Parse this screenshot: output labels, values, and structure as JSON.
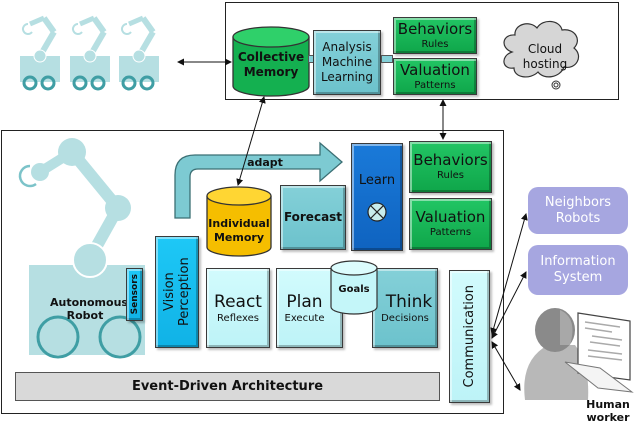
{
  "cloud_panel": {
    "collective_memory": "Collective Memory",
    "analysis": [
      "Analysis",
      "Machine",
      "Learning"
    ],
    "behaviors": {
      "title": "Behaviors",
      "subtitle": "Rules"
    },
    "valuation": {
      "title": "Valuation",
      "subtitle": "Patterns"
    },
    "cloud_label": "Cloud hosting"
  },
  "robot_panel": {
    "robot_label": "Autonomous Robot",
    "sensors": "Sensors",
    "vision": "Vision Perception",
    "adapt": "adapt",
    "individual_memory": "Individual Memory",
    "forecast": "Forecast",
    "learn": "Learn",
    "behaviors": {
      "title": "Behaviors",
      "subtitle": "Rules"
    },
    "valuation": {
      "title": "Valuation",
      "subtitle": "Patterns"
    },
    "react": {
      "title": "React",
      "subtitle": "Reflexes"
    },
    "plan": {
      "title": "Plan",
      "subtitle": "Execute"
    },
    "goals": "Goals",
    "think": {
      "title": "Think",
      "subtitle": "Decisions"
    },
    "communication": "Communication",
    "event_bar": "Event-Driven Architecture"
  },
  "external": {
    "neighbors": [
      "Neighbors",
      "Robots"
    ],
    "information_system": [
      "Information",
      "System"
    ],
    "human_worker": [
      "Human",
      "worker"
    ]
  },
  "colors": {
    "green": "#16b354",
    "teal": "#74c6cf",
    "light_cyan": "#c4f6f9",
    "blue": "#136dcc",
    "cyan": "#15bdeb",
    "gold": "#f7c400",
    "lavender": "#a6a6e0",
    "robot": "#b6dfe2",
    "event_bar": "#d9d9d9"
  }
}
